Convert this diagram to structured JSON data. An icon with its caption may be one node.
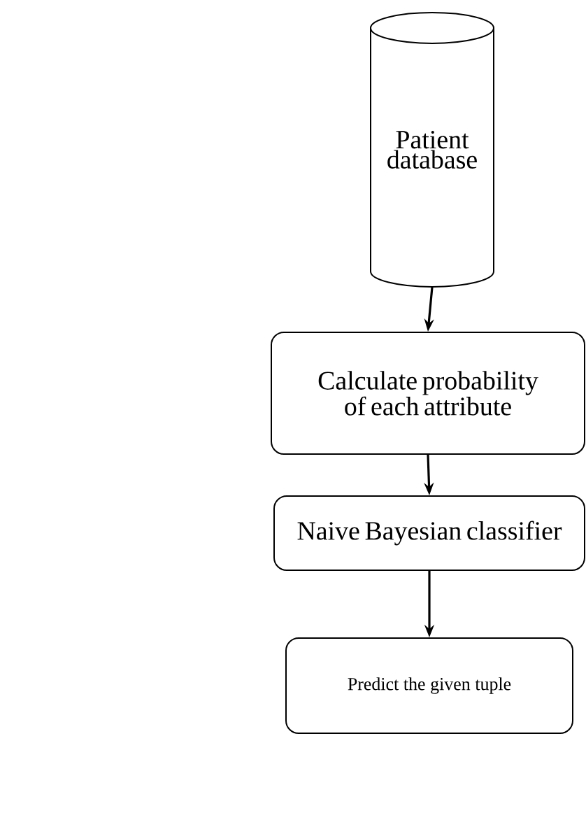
{
  "diagram": {
    "nodes": [
      {
        "text": [
          "Patient database"
        ]
      },
      {
        "text": [
          "Calculate probability of each attribute"
        ]
      },
      {
        "text": [
          "Naive Bayesian classifier"
        ]
      },
      {
        "text": [
          "Predict the given tuple"
        ]
      }
    ],
    "edges": [
      {
        "from": 0,
        "to": 1,
        "arrow": "to"
      },
      {
        "from": 1,
        "to": 2,
        "arrow": "to"
      },
      {
        "from": 2,
        "to": 3,
        "arrow": "to"
      }
    ]
  }
}
